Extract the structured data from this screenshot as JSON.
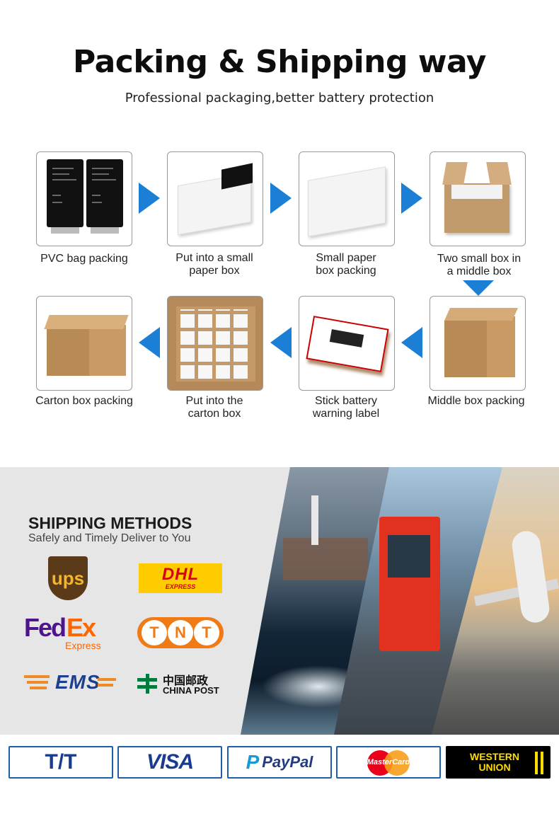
{
  "header": {
    "title": "Packing & Shipping way",
    "subtitle": "Professional packaging,better battery protection"
  },
  "steps": [
    {
      "label_line1": "PVC bag packing",
      "label_line2": ""
    },
    {
      "label_line1": "Put into a small",
      "label_line2": "paper box"
    },
    {
      "label_line1": "Small paper",
      "label_line2": "box packing"
    },
    {
      "label_line1": "Two small box in",
      "label_line2": "a middle box"
    },
    {
      "label_line1": "Middle box packing",
      "label_line2": ""
    },
    {
      "label_line1": "Stick battery",
      "label_line2": "warning label"
    },
    {
      "label_line1": "Put into the",
      "label_line2": "carton box"
    },
    {
      "label_line1": "Carton box packing",
      "label_line2": ""
    }
  ],
  "shipping": {
    "title": "SHIPPING METHODS",
    "subtitle": "Safely and Timely Deliver to You",
    "carriers": {
      "ups": "ups",
      "dhl": "DHL",
      "dhl_express": "EXPRESS",
      "fedex_fed": "Fed",
      "fedex_ex": "Ex",
      "fedex_express": "Express",
      "tnt": [
        "T",
        "N",
        "T"
      ],
      "ems": "EMS",
      "chinapost_cn": "中国邮政",
      "chinapost_en": "CHINA POST"
    }
  },
  "payments": {
    "tt": "T/T",
    "visa": "VISA",
    "paypal_p": "P",
    "paypal": "PayPal",
    "mastercard": "MasterCard",
    "western_union_1": "WESTERN",
    "western_union_2": "UNION"
  },
  "colors": {
    "arrow": "#1c7fd6",
    "ups_brown": "#5b3a1a",
    "ups_gold": "#f3b52a",
    "dhl_yellow": "#ffcc00",
    "dhl_red": "#d40511",
    "fedex_purple": "#4d148c",
    "fedex_orange": "#ff6600",
    "tnt_orange": "#f07a16",
    "ems_orange": "#f08a24",
    "chinapost_green": "#007a3d",
    "visa_blue": "#1a3b8f",
    "paypal_dark": "#253b80",
    "paypal_light": "#179bd7",
    "wu_yellow": "#ffdd00"
  }
}
